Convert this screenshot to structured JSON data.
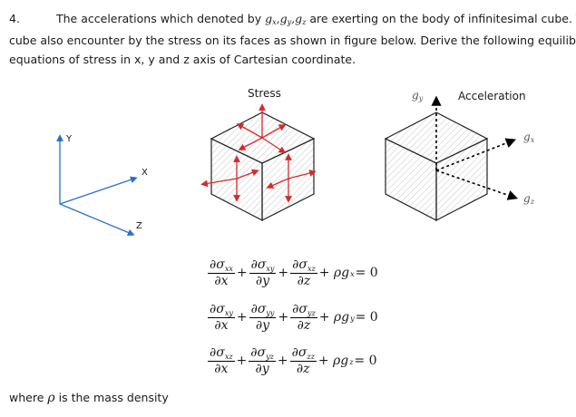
{
  "question": {
    "number": "4.",
    "line1_text": "The accelerations which denoted by",
    "g_symbols": [
      "g",
      "x",
      "g",
      "y",
      "g",
      "z"
    ],
    "line1_tail": "are exerting on the body of infinitesimal cube. The",
    "line2": "cube also encounter by the stress on its faces as shown in figure below. Derive the following equilibrium",
    "line3": "equations of stress in x, y and z axis of Cartesian coordinate."
  },
  "figures": {
    "axes": {
      "y": "Y",
      "x": "X",
      "z": "Z"
    },
    "stress_label": "Stress",
    "acceleration_label": "Acceleration",
    "g_labels": {
      "gy": "g",
      "gy_sub": "y",
      "gx": "g",
      "gx_sub": "x",
      "gz": "g",
      "gz_sub": "z"
    },
    "colors": {
      "arrow_red": "#d22b2b",
      "axis_blue": "#2a6fc9"
    }
  },
  "equations": [
    {
      "terms": [
        "σ",
        "xx",
        "x",
        "σ",
        "xy",
        "y",
        "σ",
        "xz",
        "z"
      ],
      "tail": "+ ρg",
      "tail_sub": "x",
      "rhs": "= 0"
    },
    {
      "terms": [
        "σ",
        "xy",
        "x",
        "σ",
        "yy",
        "y",
        "σ",
        "yz",
        "z"
      ],
      "tail": "+ ρg",
      "tail_sub": "y",
      "rhs": "= 0"
    },
    {
      "terms": [
        "σ",
        "xz",
        "x",
        "σ",
        "yz",
        "y",
        "σ",
        "zz",
        "z"
      ],
      "tail": "+ ρg",
      "tail_sub": "z",
      "rhs": "= 0"
    }
  ],
  "footer": {
    "where": "where",
    "rho": "ρ",
    "rest": "is the mass density"
  }
}
